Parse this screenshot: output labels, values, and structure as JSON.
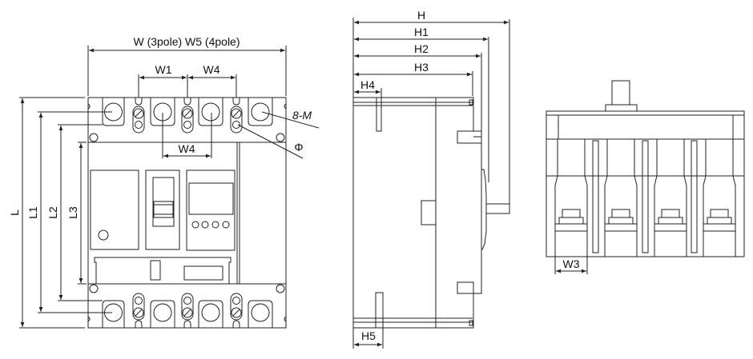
{
  "front_view": {
    "width_label": "W (3pole) W5 (4pole)",
    "w1_label": "W1",
    "w4_top_label": "W4",
    "w4_lower_label": "W4",
    "screw_label": "8-M",
    "hole_label": "Φ",
    "l_label": "L",
    "l1_label": "L1",
    "l2_label": "L2",
    "l3_label": "L3"
  },
  "side_view": {
    "h_label": "H",
    "h1_label": "H1",
    "h2_label": "H2",
    "h3_label": "H3",
    "h4_label": "H4",
    "h5_label": "H5"
  },
  "end_view": {
    "w3_label": "W3"
  },
  "colors": {
    "line": "#222222",
    "background": "#ffffff"
  }
}
